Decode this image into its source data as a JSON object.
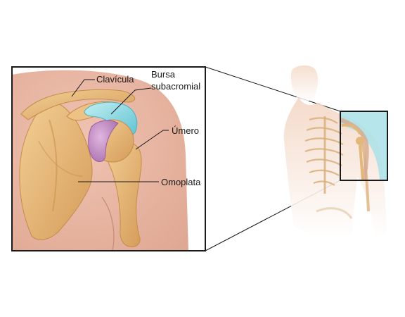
{
  "labels": {
    "clavicle": "Clavícula",
    "bursa_line1": "Bursa",
    "bursa_line2": "subacromial",
    "humerus": "Úmero",
    "scapula": "Omoplata"
  },
  "colors": {
    "skin": "#e7b5a2",
    "bone": "#e7b778",
    "bursa": "#88d8e3",
    "joint": "#c796c6",
    "highlight": "#a9e2e8",
    "frame": "#1a1a1a"
  },
  "icons": {
    "torso": "torso-skeleton-illustration",
    "shoulder": "shoulder-anatomy-illustration"
  }
}
